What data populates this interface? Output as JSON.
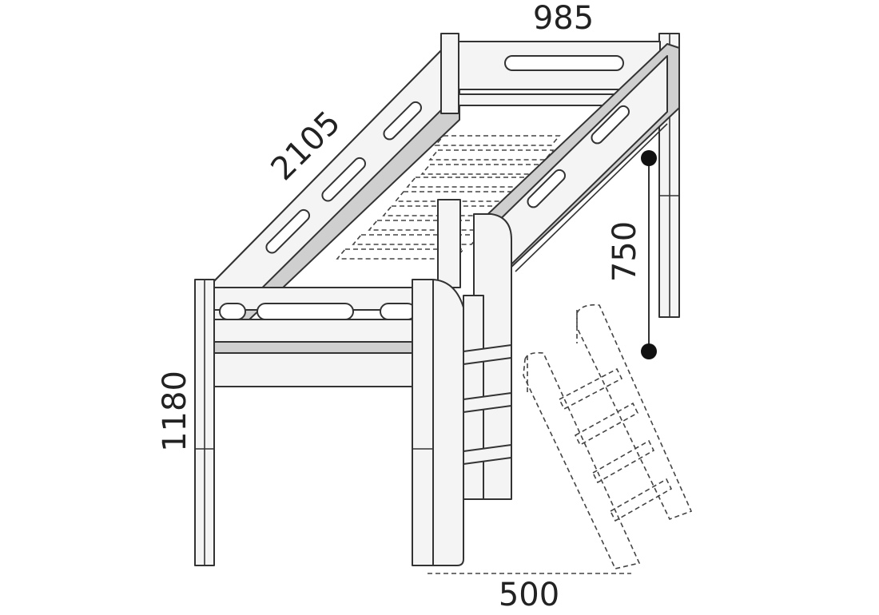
{
  "dimensions": {
    "length": "2105",
    "width": "985",
    "height": "1180",
    "clearance": "750",
    "ladder_offset": "500"
  }
}
